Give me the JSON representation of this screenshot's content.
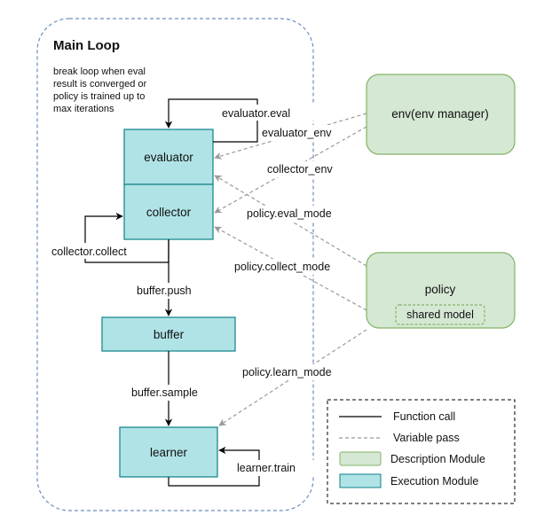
{
  "main_loop": {
    "title": "Main Loop",
    "note_lines": [
      "break loop when eval",
      "result is converged or",
      "policy is trained up to",
      "max iterations"
    ]
  },
  "execution_modules": {
    "evaluator": "evaluator",
    "collector": "collector",
    "buffer": "buffer",
    "learner": "learner"
  },
  "description_modules": {
    "env": "env(env manager)",
    "policy": "policy",
    "shared_model": "shared model"
  },
  "edge_labels": {
    "evaluator_eval": "evaluator.eval",
    "evaluator_env": "evaluator_env",
    "collector_env": "collector_env",
    "policy_eval_mode": "policy.eval_mode",
    "collector_collect": "collector.collect",
    "policy_collect_mode": "policy.collect_mode",
    "buffer_push": "buffer.push",
    "policy_learn_mode": "policy.learn_mode",
    "buffer_sample": "buffer.sample",
    "learner_train": "learner.train"
  },
  "legend": {
    "function_call": "Function call",
    "variable_pass": "Variable pass",
    "description_module": "Description Module",
    "execution_module": "Execution Module"
  },
  "colors": {
    "execution_fill": "#b0e3e6",
    "execution_stroke": "#0e8088",
    "description_fill": "#d5e8d4",
    "description_stroke": "#82b366",
    "loop_border": "#6c8ebf",
    "variable_pass": "#999999",
    "function_call": "#000000"
  }
}
